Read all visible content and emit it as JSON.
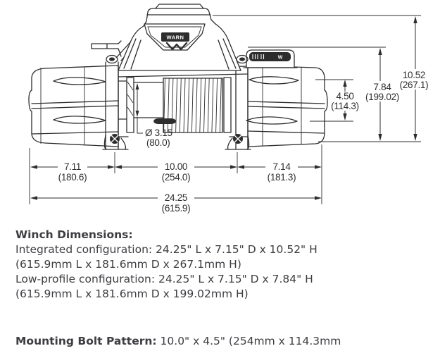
{
  "drawing": {
    "brand_logo": "WARN",
    "control_box_mark": "W",
    "dimensions": {
      "left_section_width": {
        "inches": "7.11",
        "mm": "(180.6)"
      },
      "bolt_pattern_width": {
        "inches": "10.00",
        "mm": "(254.0)"
      },
      "right_section_width": {
        "inches": "7.14",
        "mm": "(181.3)"
      },
      "overall_length": {
        "inches": "24.25",
        "mm": "(615.9)"
      },
      "overall_height": {
        "inches": "10.52",
        "mm": "(267.1)"
      },
      "low_profile_height": {
        "inches": "7.84",
        "mm": "(199.02)"
      },
      "bolt_pattern_depth": {
        "inches": "4.50",
        "mm": "(114.3)"
      },
      "drum_diameter": {
        "inches": "Ø 3.15",
        "mm": "(80.0)"
      }
    }
  },
  "specs": {
    "heading": "Winch Dimensions:",
    "lines": [
      "Integrated configuration: 24.25\" L x 7.15\" D x 10.52\" H",
      "(615.9mm L x 181.6mm D x 267.1mm H)",
      "Low-profile configuration: 24.25\" L x 7.15\" D x 7.84\" H",
      "(615.9mm L x 181.6mm D x 199.02mm H)"
    ],
    "mounting": {
      "label": "Mounting Bolt Pattern:",
      "value": "10.0\" x 4.5\" (254mm x 114.3mm"
    }
  },
  "colors": {
    "line": "#2d2d2d",
    "text": "#3d3d42",
    "background": "#ffffff"
  }
}
